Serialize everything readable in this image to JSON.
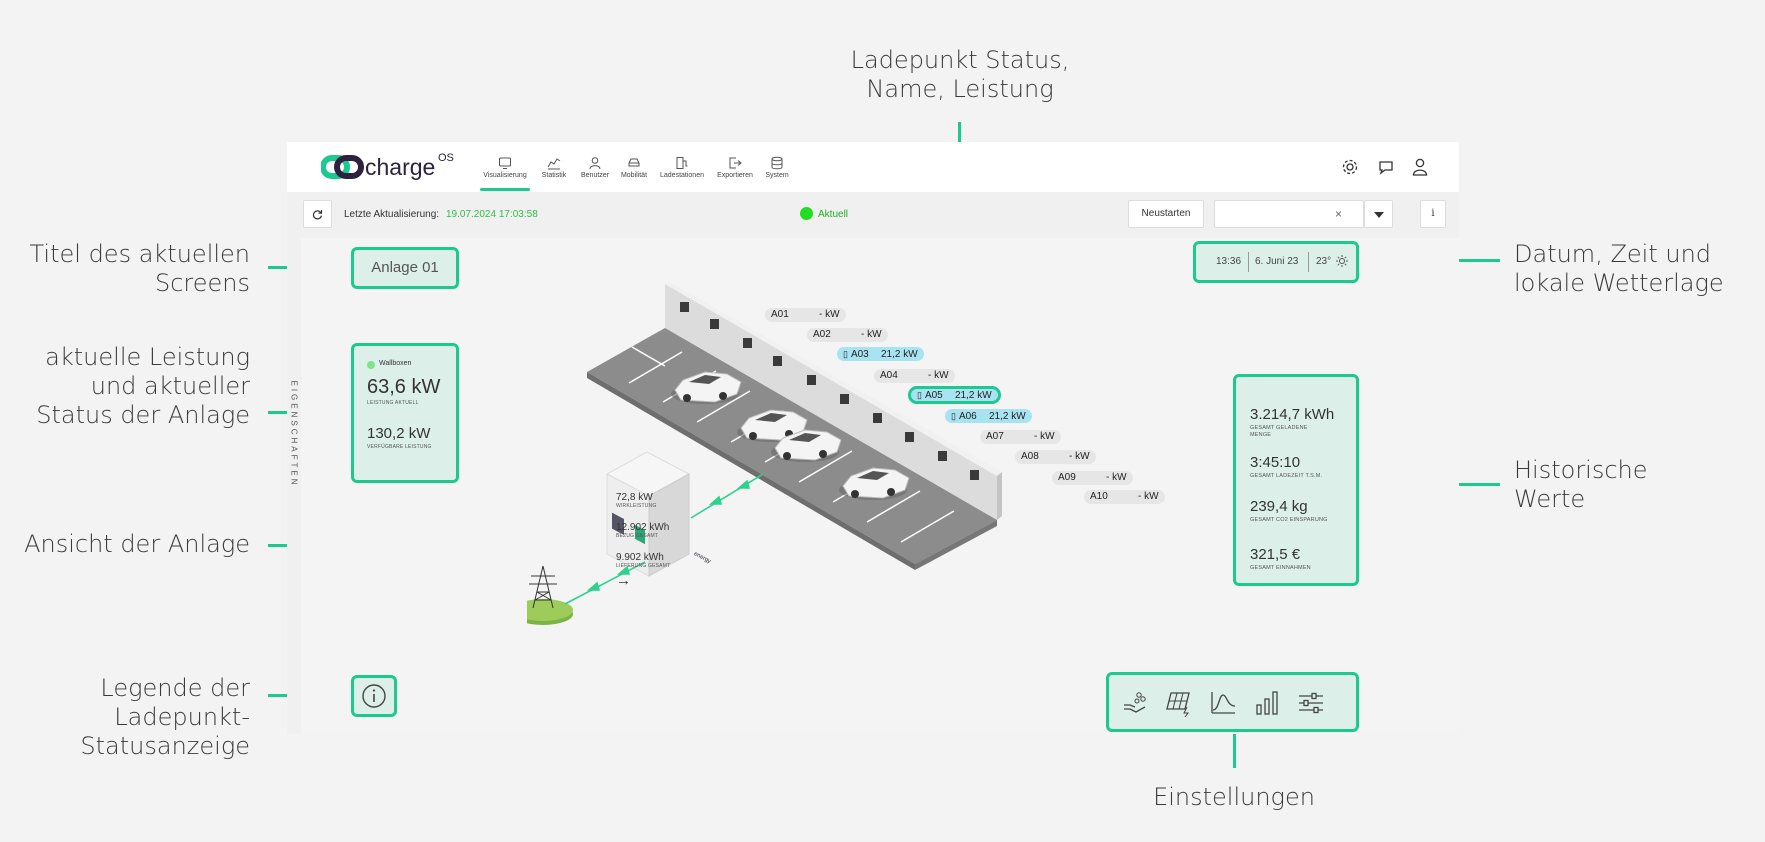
{
  "annotations": {
    "status_top": [
      "Ladepunkt Status,",
      "Name, Leistung"
    ],
    "title_screens": [
      "Titel des aktuellen",
      "Screens"
    ],
    "current_power": [
      "aktuelle Leistung",
      "und aktueller",
      "Status der Anlage"
    ],
    "view": "Ansicht der Anlage",
    "legend": [
      "Legende der",
      "Ladepunkt-",
      "Statusanzeige"
    ],
    "datetime": [
      "Datum, Zeit und",
      "lokale Wetterlage"
    ],
    "history": [
      "Historische",
      "Werte"
    ],
    "settings": "Einstellungen"
  },
  "app": {
    "logo_text": "charge",
    "logo_sup": "OS",
    "nav": [
      {
        "label": "Visualisierung",
        "icon": "monitor-icon"
      },
      {
        "label": "Statistik",
        "icon": "chart-icon"
      },
      {
        "label": "Benutzer",
        "icon": "user-icon"
      },
      {
        "label": "Mobilität",
        "icon": "car-icon"
      },
      {
        "label": "Ladestationen",
        "icon": "charging-station-icon"
      },
      {
        "label": "Exportieren",
        "icon": "export-icon"
      },
      {
        "label": "System",
        "icon": "database-icon"
      }
    ],
    "last_update_label": "Letzte Aktualisierung:",
    "last_update_value": "19.07.2024 17:03:58",
    "status_text": "Aktuell",
    "restart_label": "Neustarten",
    "select_clear": "×",
    "info_label": "i",
    "side_tab": "EIGENSCHAFTEN",
    "title": "Anlage 01",
    "datetime": {
      "time": "13:36",
      "date": "6. Juni 23",
      "temp": "23°"
    },
    "current": {
      "badge": "Wallboxen",
      "power_value": "63,6 kW",
      "power_label": "LEISTUNG AKTUELL",
      "avail_value": "130,2 kW",
      "avail_label": "VERFÜGBARE LEISTUNG"
    },
    "meter": {
      "v1": "72,8 kW",
      "l1": "WIRKLEISTUNG",
      "v2": "12.902 kWh",
      "l2": "BEZUG GESAMT",
      "v3": "9.902 kWh",
      "l3": "LIEFERUNG GESAMT",
      "arrow": "→",
      "device_brand": "energy"
    },
    "history": {
      "v1": "3.214,7 kWh",
      "l1": "GESAMT GELADENE MENGE",
      "v2": "3:45:10",
      "l2": "GESAMT LADEZEIT T.S.M.",
      "v3": "239,4 kg",
      "l3": "GESAMT CO2 EINSPARUNG",
      "v4": "321,5 €",
      "l4": "GESAMT EINNAHMEN"
    },
    "chargepoints": [
      {
        "name": "A01",
        "power": "- kW",
        "active": false
      },
      {
        "name": "A02",
        "power": "- kW",
        "active": false
      },
      {
        "name": "A03",
        "power": "21,2 kW",
        "active": true
      },
      {
        "name": "A04",
        "power": "- kW",
        "active": false
      },
      {
        "name": "A05",
        "power": "21,2 kW",
        "active": true
      },
      {
        "name": "A06",
        "power": "21,2 kW",
        "active": true
      },
      {
        "name": "A07",
        "power": "- kW",
        "active": false
      },
      {
        "name": "A08",
        "power": "- kW",
        "active": false
      },
      {
        "name": "A09",
        "power": "- kW",
        "active": false
      },
      {
        "name": "A10",
        "power": "- kW",
        "active": false
      }
    ],
    "settings_icons": [
      "hand-plant-icon",
      "solar-panel-icon",
      "curve-chart-icon",
      "bar-chart-icon",
      "sliders-icon"
    ],
    "colors": {
      "accent": "#1cc98e",
      "active_chip": "#a8e3f2",
      "box_fill": "#dcefe8"
    }
  }
}
